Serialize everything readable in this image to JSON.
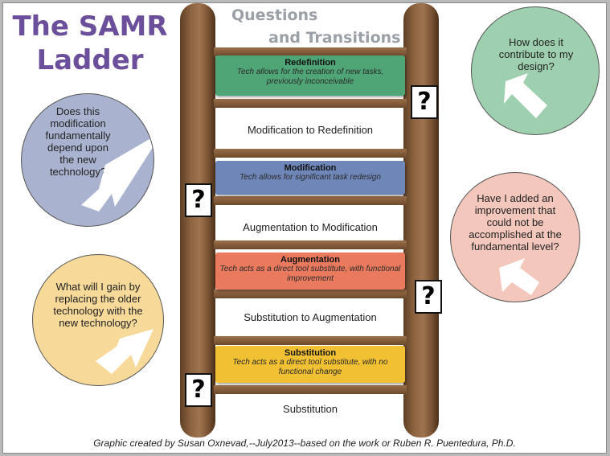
{
  "title_line1": "The SAMR",
  "title_line2": "Ladder",
  "header_line1": "Questions",
  "header_line2": "and Transitions",
  "levels": {
    "redefinition": {
      "title": "Redefinition",
      "desc": "Tech allows for the creation of new tasks, previously inconceivable",
      "color": "#4fa575"
    },
    "modification": {
      "title": "Modification",
      "desc": "Tech allows for significant task redesign",
      "color": "#6f86b8"
    },
    "augmentation": {
      "title": "Augmentation",
      "desc": "Tech acts as a direct tool substitute, with functional improvement",
      "color": "#e97a5e"
    },
    "substitution": {
      "title": "Substitution",
      "desc": "Tech acts as a direct tool substitute, with no functional change",
      "color": "#f2c033"
    }
  },
  "transitions": {
    "mod_to_redef": "Modification to Redefinition",
    "aug_to_mod": "Augmentation to Modification",
    "sub_to_aug": "Substitution to Augmentation",
    "substitution": "Substitution"
  },
  "question_mark": "?",
  "questions": {
    "top_right": "How does it contribute to my design?",
    "mid_left": "Does this modification fundamentally depend upon the new technology?",
    "mid_right": "Have I added an improvement that could not be accomplished at the fundamental level?",
    "bottom_left": "What will I gain by replacing the older technology with the new technology?"
  },
  "bubble_colors": {
    "top_right": "#9ecfae",
    "mid_left": "#a9b3cf",
    "mid_right": "#f3c7bb",
    "bottom_left": "#f7d99a"
  },
  "credit": "Graphic created by Susan Oxnevad,--July2013--based on the work or Ruben R. Puentedura, Ph.D."
}
